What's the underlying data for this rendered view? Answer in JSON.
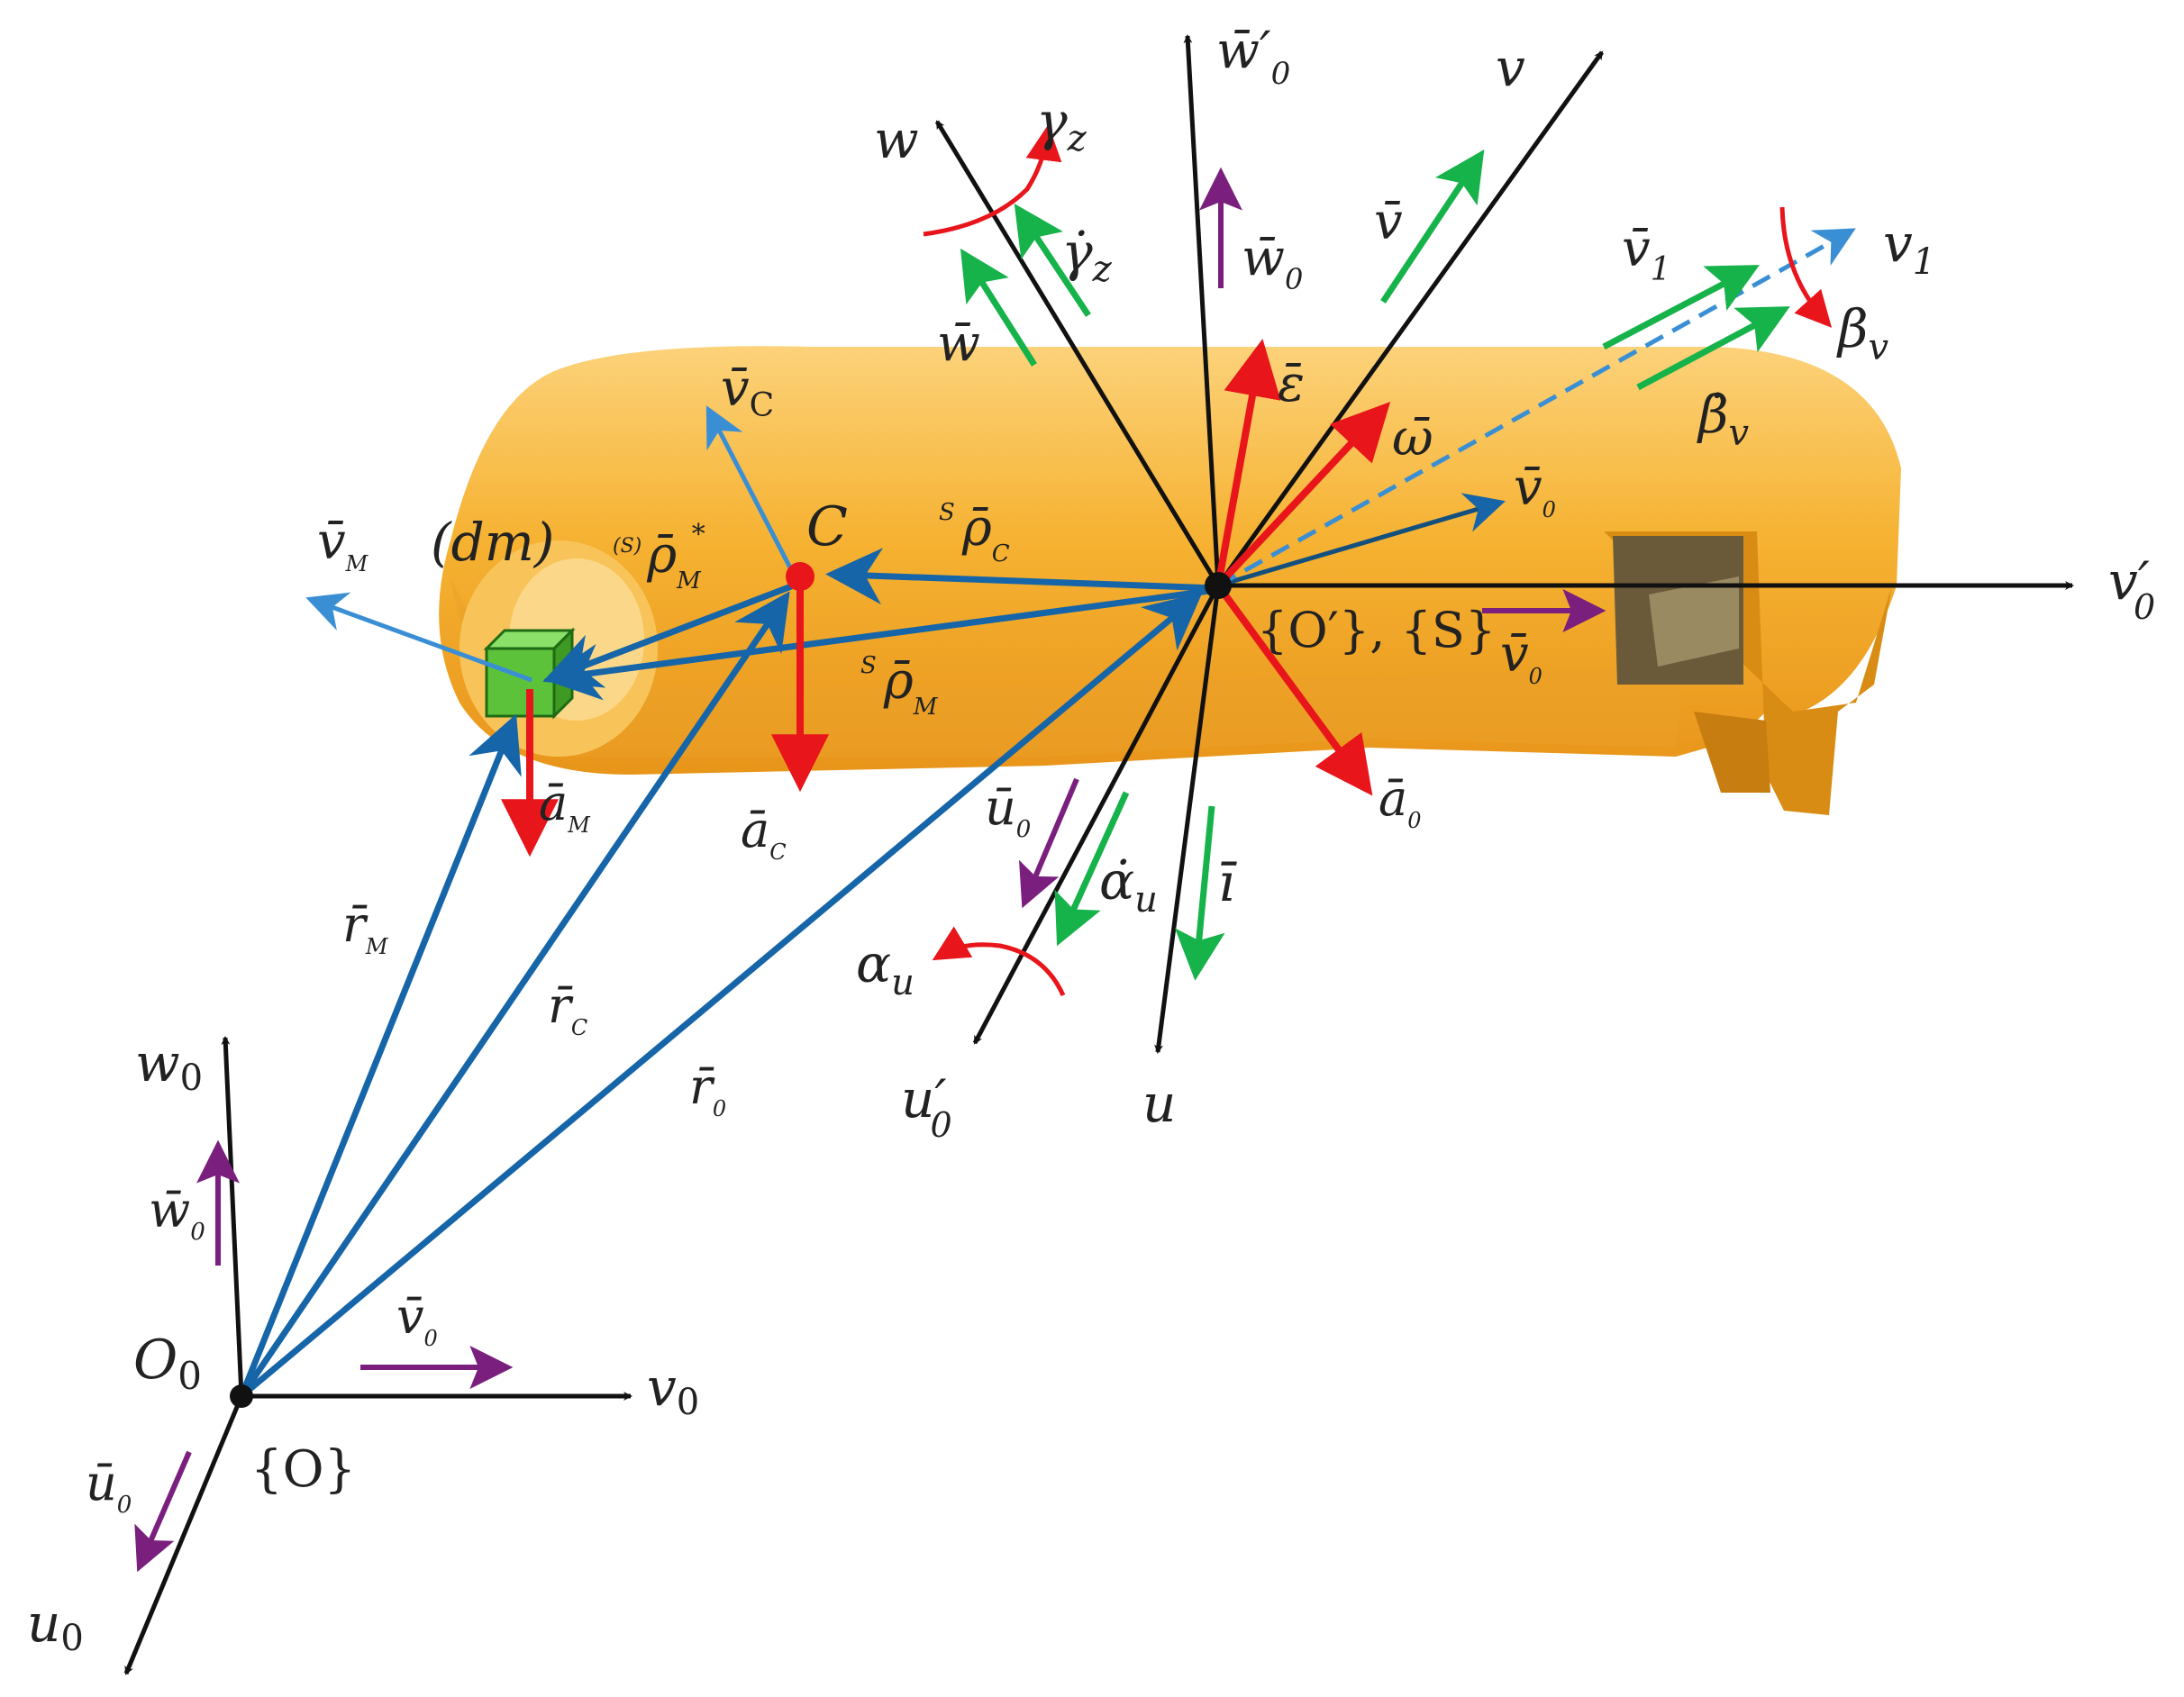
{
  "colors": {
    "axis": "#111111",
    "position_vector": "#1565a8",
    "velocity_blue": "#3a8fd4",
    "acceleration": "#e8151b",
    "velocity_green": "#16b24a",
    "velocity_purple": "#7a1f7e",
    "body": "#f6b232",
    "body_shade": "#e89a1c",
    "mass_element": "#5cc23a"
  },
  "labels": {
    "w": "w",
    "gamma_z": "γ",
    "gamma_z_sub": "z",
    "gamma_z_dot": "γ̇",
    "gamma_z_dot_sub": "z",
    "w_bar": "w̄",
    "w0_prime": "w̄′",
    "w0_prime_sub": "0",
    "w0_bar": "w̄",
    "w0_bar_sub": "0",
    "v": "v",
    "v_bar": "v̄",
    "v1_bar": "v̄",
    "v1_bar_sub": "1",
    "v1": "v",
    "v1_sub": "1",
    "beta_v": "β",
    "beta_v_sub": "v",
    "beta_v_dot": "β̇",
    "beta_v_dot_sub": "v",
    "epsilon": "ε̄",
    "omega": "ω̄",
    "vC": "v̄",
    "vC_sub": "C",
    "vM": "v̄",
    "vM_sub": "M",
    "dm": "(dm)",
    "rhoM_pre": "(S)",
    "rhoM": "ρ̄",
    "rhoM_sub": "M",
    "rhoM_sup": "*",
    "C": "C",
    "rhoC_pre": "S",
    "rhoC": "ρ̄",
    "rhoC_sub": "C",
    "v0_bar_body": "v̄",
    "v0_bar_body_sub": "0",
    "v0_prime": "v′",
    "v0_prime_sub": "0",
    "frame_Oprime_S": "{O′}, {S}",
    "v0_bar_purple": "v̄",
    "v0_bar_purple_sub": "0",
    "rhoM2_pre": "S",
    "rhoM2": "ρ̄",
    "rhoM2_sub": "M",
    "aM": "ā",
    "aM_sub": "M",
    "aC": "ā",
    "aC_sub": "C",
    "u0_bar_body": "ū",
    "u0_bar_body_sub": "0",
    "alpha_u_dot": "α̇",
    "alpha_u_dot_sub": "u",
    "i_bar": "ī",
    "a0": "ā",
    "a0_sub": "0",
    "alpha_u": "α",
    "alpha_u_sub": "u",
    "u0_prime": "u′",
    "u0_prime_sub": "0",
    "u": "u",
    "rM": "r̄",
    "rM_sub": "M",
    "rC": "r̄",
    "rC_sub": "C",
    "r0": "r̄",
    "r0_sub": "0",
    "w0": "w",
    "w0_sub": "0",
    "w0_bar_ground": "w̄",
    "w0_bar_ground_sub": "0",
    "O0": "O",
    "O0_sub": "0",
    "v0_bar_ground": "v̄",
    "v0_bar_ground_sub": "0",
    "v0": "v",
    "v0_sub": "0",
    "frame_O": "{O}",
    "u0_bar_ground": "ū",
    "u0_bar_ground_sub": "0",
    "u0": "u",
    "u0_sub": "0"
  }
}
